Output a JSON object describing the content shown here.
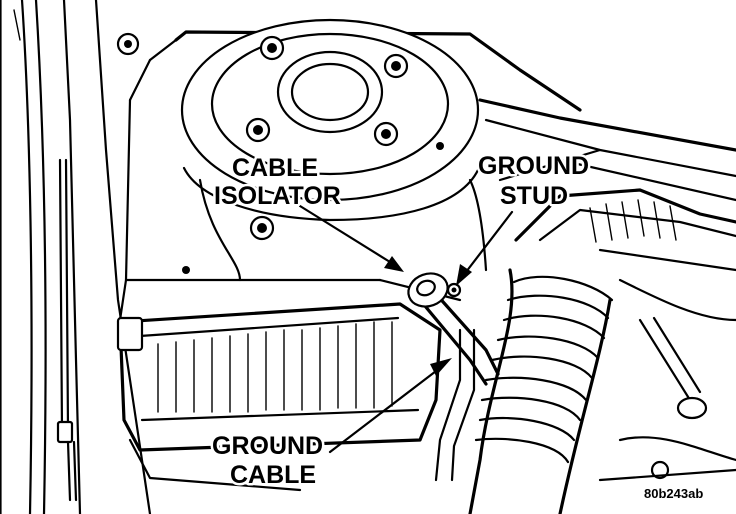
{
  "callouts": {
    "cable_isolator": [
      "CABLE",
      "ISOLATOR"
    ],
    "ground_stud": [
      "GROUND",
      "STUD"
    ],
    "ground_cable": [
      "GROUND",
      "CABLE"
    ]
  },
  "figure_code": "80b243ab",
  "colors": {
    "ink": "#000000",
    "paper": "#ffffff"
  }
}
